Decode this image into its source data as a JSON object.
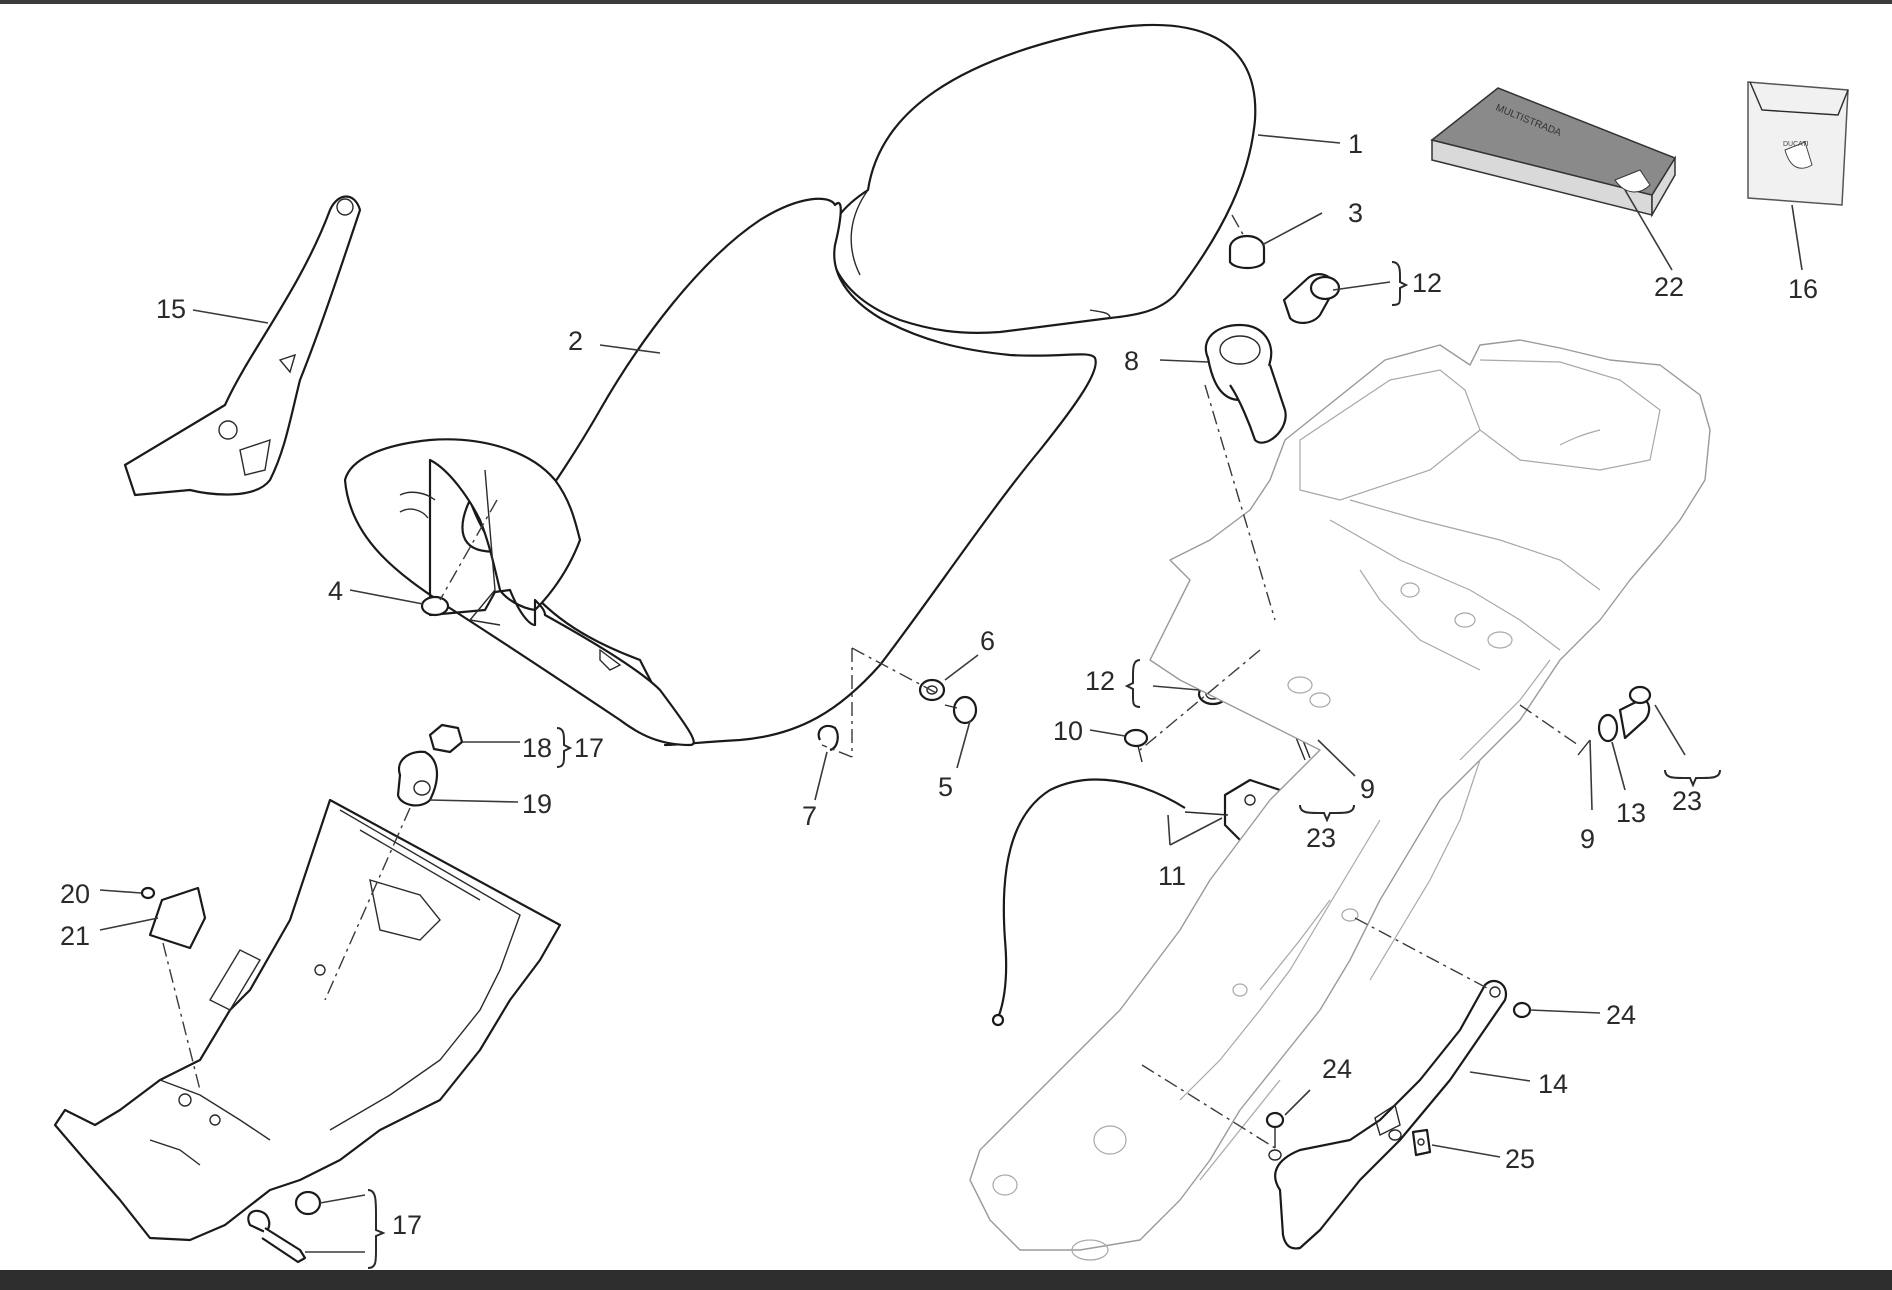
{
  "diagram": {
    "callouts": [
      {
        "id": "c1",
        "label": "1"
      },
      {
        "id": "c2",
        "label": "2"
      },
      {
        "id": "c3",
        "label": "3"
      },
      {
        "id": "c4",
        "label": "4"
      },
      {
        "id": "c5",
        "label": "5"
      },
      {
        "id": "c6",
        "label": "6"
      },
      {
        "id": "c7",
        "label": "7"
      },
      {
        "id": "c8",
        "label": "8"
      },
      {
        "id": "c9a",
        "label": "9"
      },
      {
        "id": "c9b",
        "label": "9"
      },
      {
        "id": "c10",
        "label": "10"
      },
      {
        "id": "c11",
        "label": "11"
      },
      {
        "id": "c12a",
        "label": "12"
      },
      {
        "id": "c12b",
        "label": "12"
      },
      {
        "id": "c13",
        "label": "13"
      },
      {
        "id": "c14",
        "label": "14"
      },
      {
        "id": "c15",
        "label": "15"
      },
      {
        "id": "c16",
        "label": "16"
      },
      {
        "id": "c17a",
        "label": "17"
      },
      {
        "id": "c17b",
        "label": "17"
      },
      {
        "id": "c18",
        "label": "18"
      },
      {
        "id": "c19",
        "label": "19"
      },
      {
        "id": "c20",
        "label": "20"
      },
      {
        "id": "c21",
        "label": "21"
      },
      {
        "id": "c22",
        "label": "22"
      },
      {
        "id": "c23a",
        "label": "23"
      },
      {
        "id": "c23b",
        "label": "23"
      },
      {
        "id": "c24a",
        "label": "24"
      },
      {
        "id": "c24b",
        "label": "24"
      },
      {
        "id": "c25",
        "label": "25"
      }
    ],
    "manual_cover_text": "MULTISTRADA",
    "brand_text": "DUCATI"
  }
}
